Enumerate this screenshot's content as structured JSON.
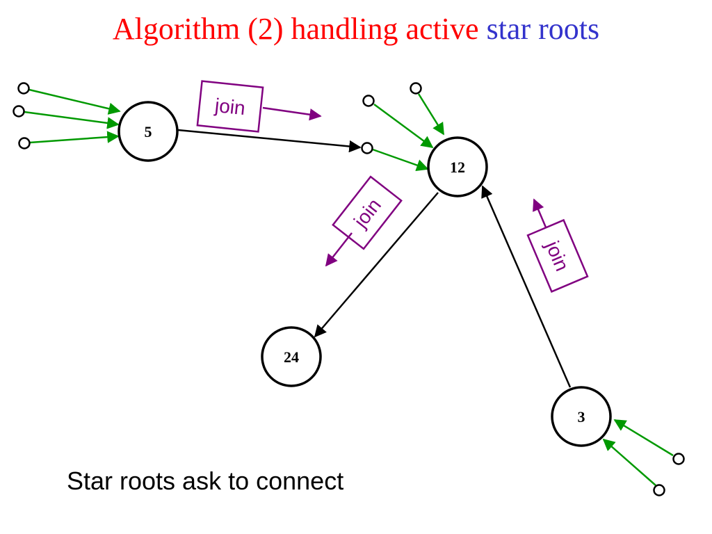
{
  "title": {
    "part1": "Algorithm (2) handling active ",
    "part2": "star roots",
    "part1_color": "#ff0000",
    "part2_color": "#3333cc"
  },
  "caption": "Star roots ask to connect",
  "nodes": [
    {
      "id": "n5",
      "label": "5"
    },
    {
      "id": "n12",
      "label": "12"
    },
    {
      "id": "n24",
      "label": "24"
    },
    {
      "id": "n3",
      "label": "3"
    }
  ],
  "join_labels": [
    "join",
    "join",
    "join"
  ],
  "colors": {
    "edge": "#000000",
    "child_edge": "#009900",
    "join": "#800080",
    "title_red": "#ff0000",
    "title_blue": "#3333cc"
  }
}
